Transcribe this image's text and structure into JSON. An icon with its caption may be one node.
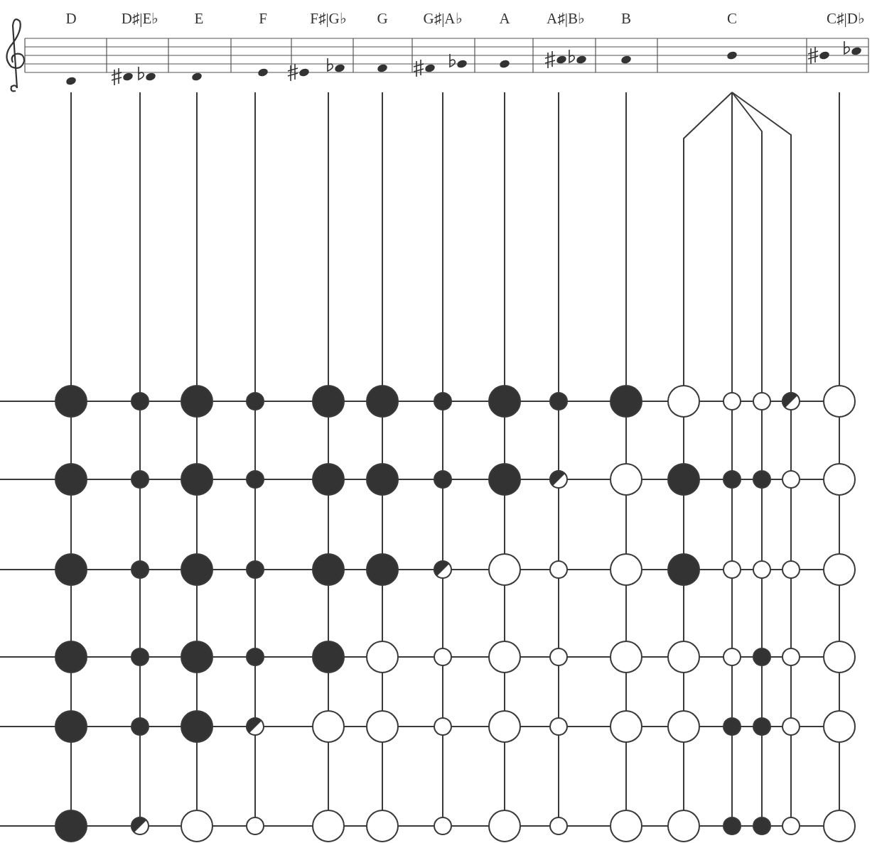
{
  "diagram": {
    "labels": [
      "D",
      "D♯|E♭",
      "E",
      "F",
      "F♯|G♭",
      "G",
      "G♯|A♭",
      "A",
      "A♯|B♭",
      "B",
      "C",
      "C♯|D♭"
    ]
  }
}
